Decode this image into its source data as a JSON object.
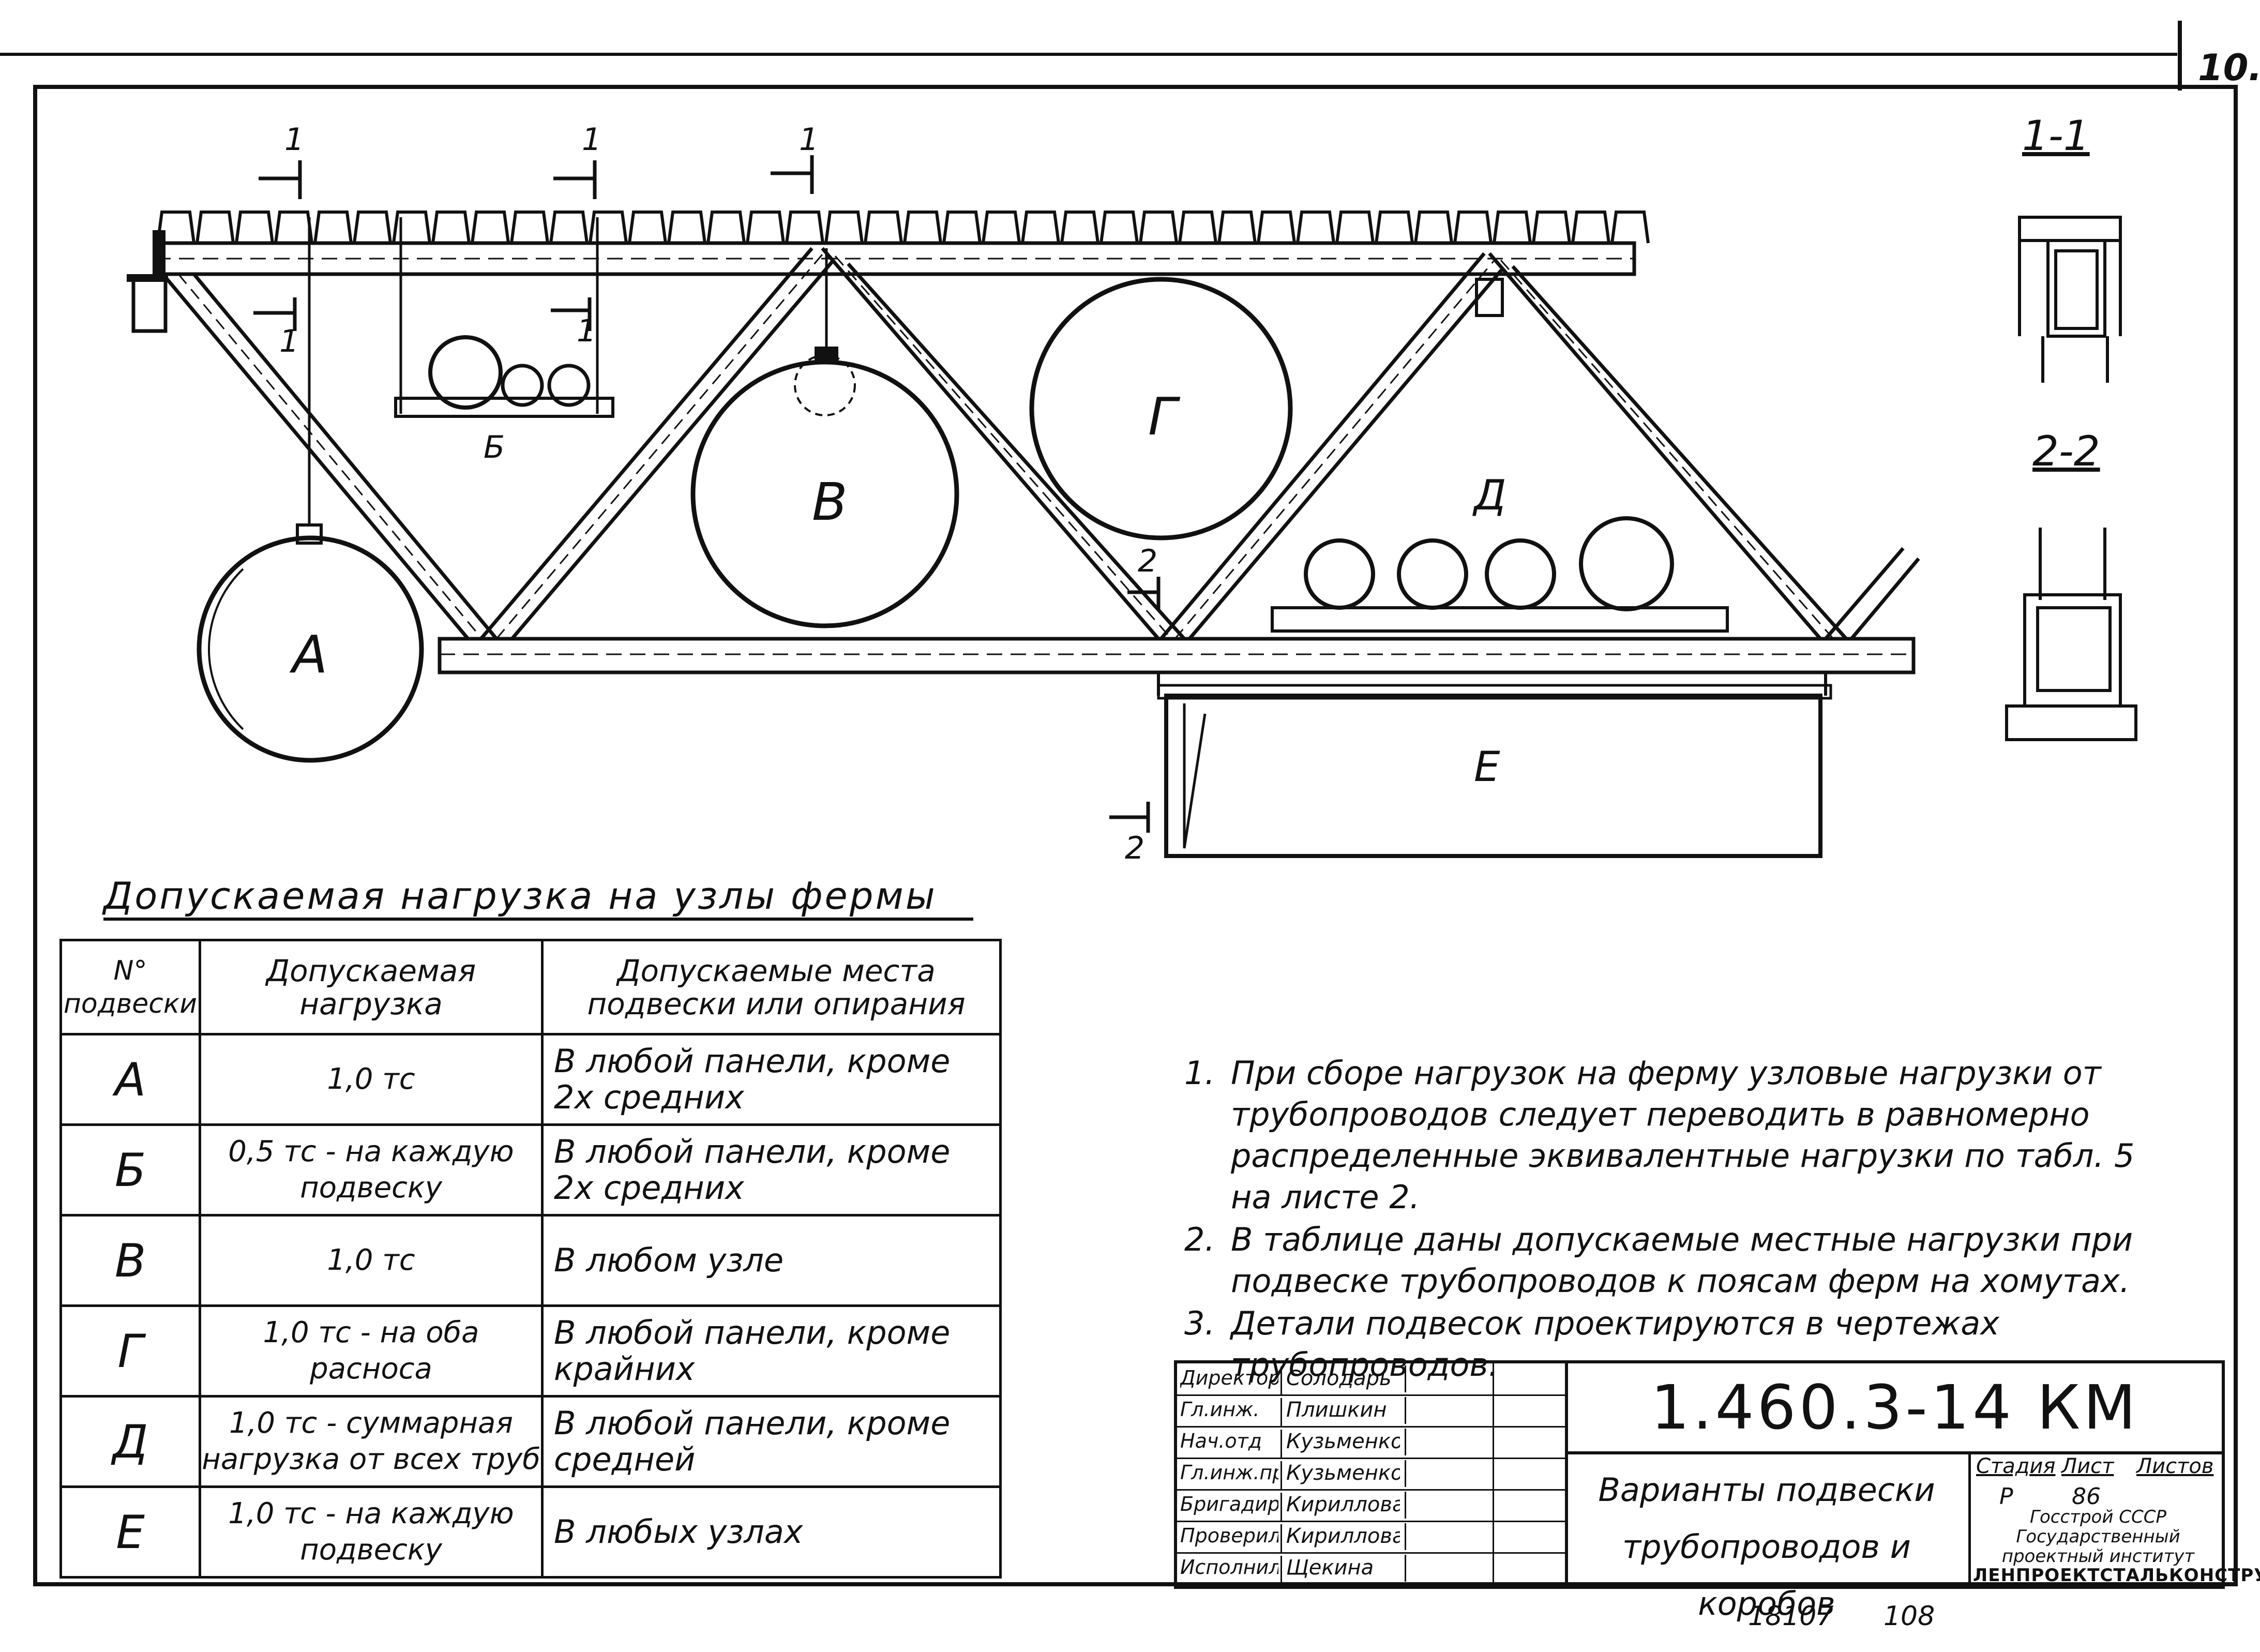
{
  "page_number": "10.",
  "drawing": {
    "pipe_labels": [
      "А",
      "Б",
      "В",
      "Г",
      "Д",
      "Е"
    ],
    "section_marks": [
      "1",
      "1",
      "1",
      "1",
      "1",
      "2",
      "2"
    ],
    "section_views": [
      "1-1",
      "2-2"
    ]
  },
  "load_table": {
    "title": "Допускаемая нагрузка на узлы фермы",
    "headers": [
      "N° подвески",
      "Допускаемая нагрузка",
      "Допускаемые места подвески или опирания"
    ],
    "rows": [
      {
        "no": "А",
        "load": "1,0 тс",
        "place": "В любой панели, кроме 2х средних"
      },
      {
        "no": "Б",
        "load": "0,5 тс - на каждую подвеску",
        "place": "В любой панели, кроме 2х средних"
      },
      {
        "no": "В",
        "load": "1,0 тс",
        "place": "В любом узле"
      },
      {
        "no": "Г",
        "load": "1,0 тс - на оба расноса",
        "place": "В любой панели, кроме крайних"
      },
      {
        "no": "Д",
        "load": "1,0 тс - суммарная нагрузка от всех труб",
        "place": "В любой панели, кроме средней"
      },
      {
        "no": "Е",
        "load": "1,0 тс - на каждую подвеску",
        "place": "В любых узлах"
      }
    ]
  },
  "notes": [
    {
      "num": "1.",
      "text": "При сборе нагрузок на ферму узловые нагрузки от трубопроводов следует переводить в равномерно распределенные эквивалентные нагрузки по табл. 5 на листе 2."
    },
    {
      "num": "2.",
      "text": "В таблице даны допускаемые местные нагрузки при подвеске трубопроводов к поясам ферм на хомутах."
    },
    {
      "num": "3.",
      "text": "Детали подвесок проектируются в чертежах трубопроводов."
    }
  ],
  "title_block": {
    "staff": [
      {
        "role": "Директор",
        "name": "Солодарь"
      },
      {
        "role": "Гл.инж.",
        "name": "Плишкин"
      },
      {
        "role": "Нач.отд",
        "name": "Кузьменко"
      },
      {
        "role": "Гл.инж.пр",
        "name": "Кузьменко"
      },
      {
        "role": "Бригадир",
        "name": "Кириллова"
      },
      {
        "role": "Проверил",
        "name": "Кириллова"
      },
      {
        "role": "Исполнил",
        "name": "Щекина"
      }
    ],
    "code": "1.460.3-14 КМ",
    "caption": "Варианты подвески трубопроводов и коробов",
    "stage_label": "Стадия",
    "sheet_label": "Лист",
    "sheets_label": "Листов",
    "stage": "Р",
    "sheet": "86",
    "org": "Госстрой СССР Государственный проектный институт",
    "institute": "ЛЕНПРОЕКТСТАЛЬКОНСТРУКЦИЯ"
  },
  "stamp": "18107 108"
}
